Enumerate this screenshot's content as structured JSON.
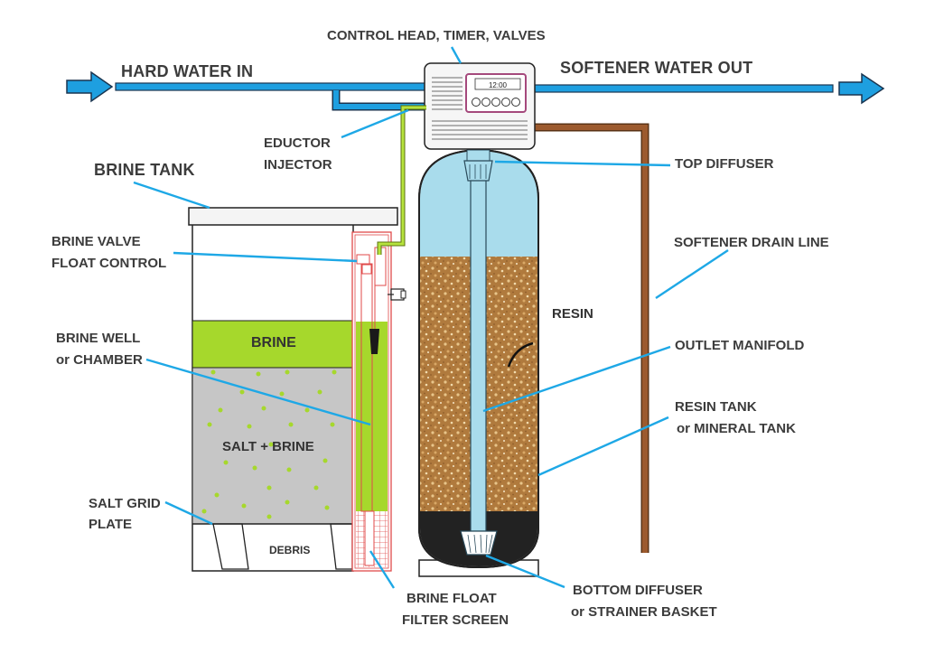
{
  "colors": {
    "water_pipe": "#1e9fe0",
    "leader_line": "#1ea8e6",
    "brine_green": "#a6d82c",
    "salt_gray": "#c6c6c6",
    "resin_brown": "#b07a3d",
    "freeboard_blue": "#a9dcec",
    "drain_brown": "#9c5a2e",
    "control_magenta": "#a5497c",
    "label_text": "#3c3c3c"
  },
  "control_display": "12:00",
  "labels": {
    "control_head": "CONTROL HEAD, TIMER, VALVES",
    "hard_water_in": "HARD WATER IN",
    "softener_water_out": "SOFTENER WATER OUT",
    "eductor_line1": "EDUCTOR",
    "eductor_line2": "INJECTOR",
    "brine_tank": "BRINE TANK",
    "top_diffuser": "TOP DIFFUSER",
    "brine_valve_line1": "BRINE VALVE",
    "brine_valve_line2": "FLOAT CONTROL",
    "drain_line": "SOFTENER DRAIN LINE",
    "resin": "RESIN",
    "brine": "BRINE",
    "brine_well_line1": "BRINE WELL",
    "brine_well_line2": "or CHAMBER",
    "outlet_manifold": "OUTLET MANIFOLD",
    "resin_tank_line1": "RESIN TANK",
    "resin_tank_line2": "or MINERAL TANK",
    "salt_brine": "SALT + BRINE",
    "salt_grid_line1": "SALT GRID",
    "salt_grid_line2": "PLATE",
    "debris": "DEBRIS",
    "bottom_diffuser_line1": "BOTTOM DIFFUSER",
    "bottom_diffuser_line2": "or STRAINER BASKET",
    "float_filter_line1": "BRINE FLOAT",
    "float_filter_line2": "FILTER SCREEN"
  }
}
